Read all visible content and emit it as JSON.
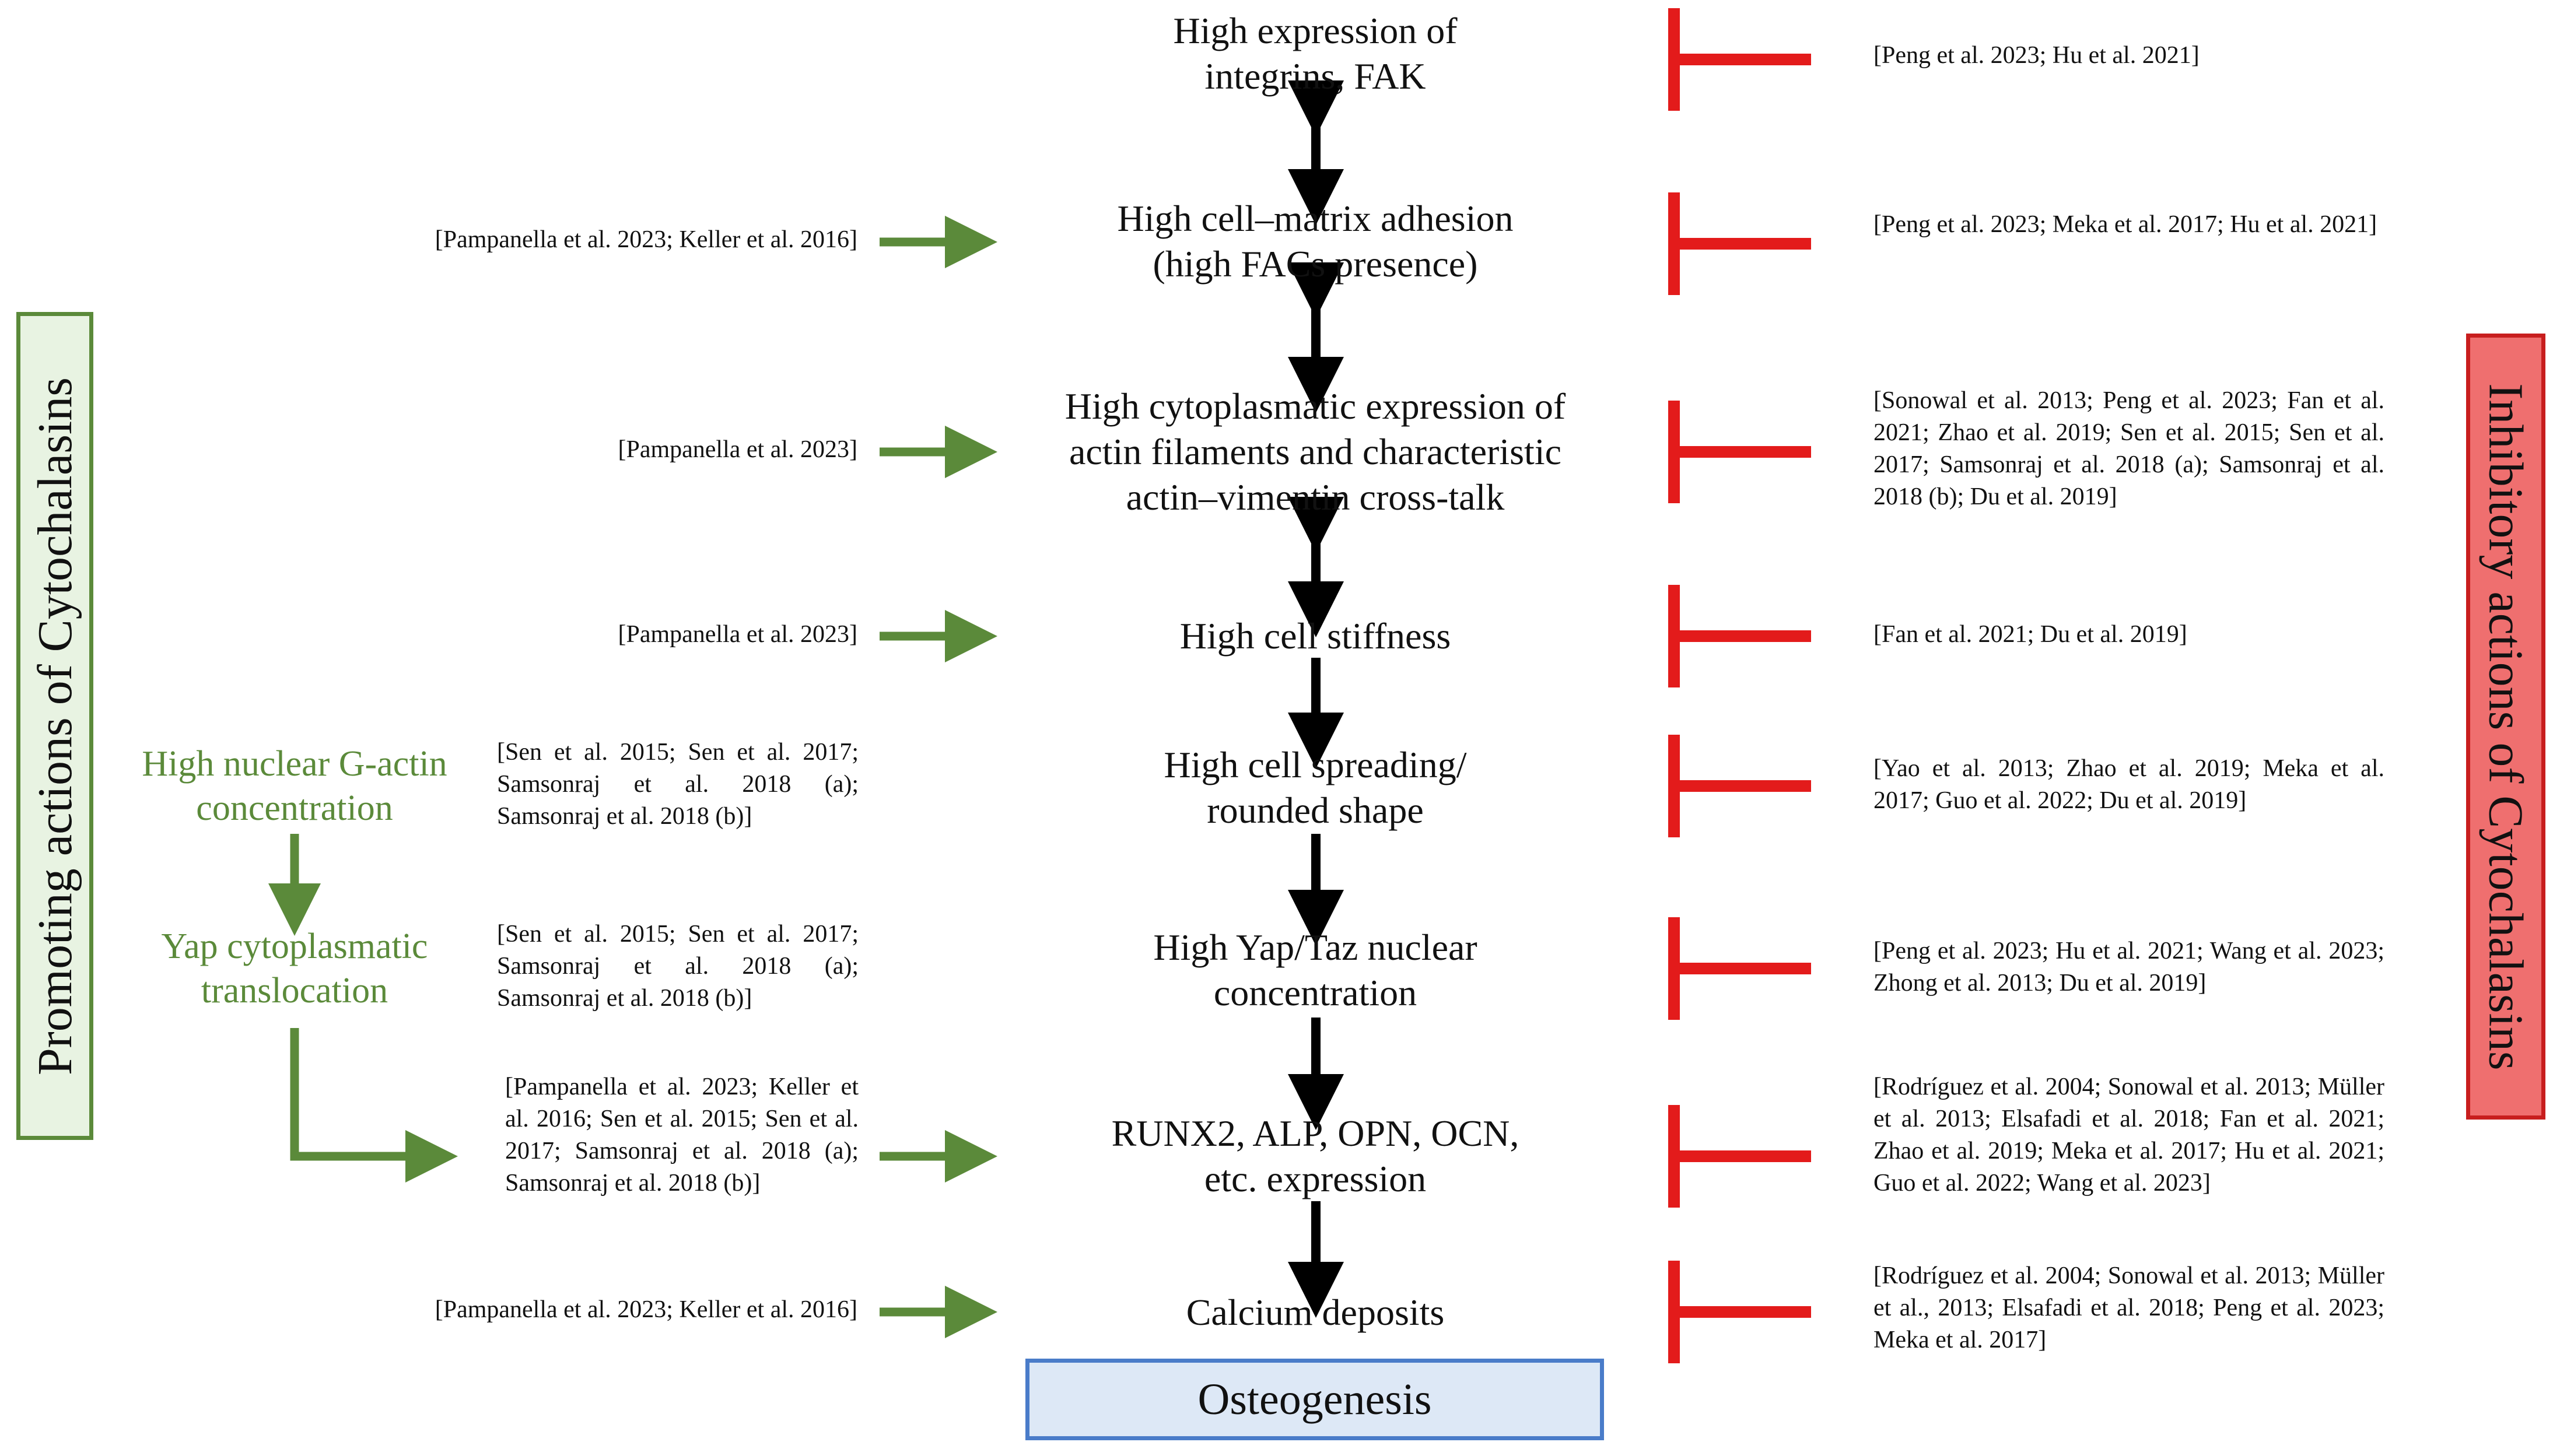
{
  "side_labels": {
    "promoting": "Promoting actions of  Cytochalasins",
    "inhibitory": "Inhibitory actions of Cytochalasins"
  },
  "steps": [
    {
      "lines": [
        "High expression of",
        "integrins, FAK"
      ]
    },
    {
      "lines": [
        "High cell–matrix adhesion",
        "(high FACs presence)"
      ]
    },
    {
      "lines": [
        "High cytoplasmatic expression of",
        "actin filaments and characteristic",
        "actin–vimentin cross-talk"
      ]
    },
    {
      "lines": [
        "High cell stiffness"
      ]
    },
    {
      "lines": [
        "High cell spreading/",
        "rounded shape"
      ]
    },
    {
      "lines": [
        "High Yap/Taz nuclear",
        "concentration"
      ]
    },
    {
      "lines": [
        "RUNX2, ALP, OPN, OCN,",
        "etc. expression"
      ]
    },
    {
      "lines": [
        "Calcium deposits"
      ]
    }
  ],
  "outcome": "Osteogenesis",
  "green_steps": [
    {
      "lines": [
        "High nuclear G-actin",
        "concentration"
      ]
    },
    {
      "lines": [
        "Yap cytoplasmatic",
        "translocation"
      ]
    }
  ],
  "inhibitory_refs": [
    "[Peng et al. 2023; Hu et al. 2021]",
    "[Peng et al. 2023;  Meka et al. 2017; Hu et al. 2021]",
    "[Sonowal et al. 2013; Peng et al. 2023; Fan et al. 2021; Zhao et al. 2019; Sen et al. 2015; Sen et al. 2017; Samsonraj et al. 2018 (a); Samsonraj et al. 2018 (b); Du et al. 2019]",
    "[Fan et al. 2021; Du et al. 2019]",
    "[Yao et al. 2013; Zhao et al. 2019; Meka et al. 2017; Guo et al. 2022; Du et al. 2019]",
    "[Peng et al. 2023; Hu et al. 2021; Wang et al. 2023; Zhong et al. 2013; Du et al. 2019]",
    "[Rodríguez et al. 2004; Sonowal et al. 2013; Müller et al. 2013; Elsafadi et al. 2018; Fan et al. 2021; Zhao et al. 2019; Meka et al. 2017; Hu et al. 2021; Guo et al. 2022; Wang et al. 2023]",
    "[Rodríguez et al. 2004; Sonowal et al. 2013; Müller et al., 2013; Elsafadi et al. 2018; Peng et al. 2023; Meka et al. 2017]"
  ],
  "promoting_refs": {
    "adhesion": "[Pampanella et al. 2023; Keller et al. 2016]",
    "actin": "[Pampanella et al. 2023]",
    "stiffness": "[Pampanella et al. 2023]",
    "g_actin": "[Sen et al. 2015; Sen et al. 2017; Samsonraj et al. 2018 (a); Samsonraj et al. 2018 (b)]",
    "yap": "[Sen et al. 2015; Sen et al. 2017; Samsonraj et al. 2018 (a); Samsonraj et al. 2018 (b)]",
    "runx2": "[Pampanella et al. 2023; Keller et al. 2016; Sen et al. 2015; Sen et al. 2017; Samsonraj et al. 2018 (a); Samsonraj et al. 2018 (b)]",
    "calcium": "[Pampanella et al. 2023; Keller et al. 2016]"
  },
  "colors": {
    "promote_green": "#5b8a3a",
    "inhibit_red": "#e31b1b",
    "flow_black": "#000000",
    "outcome_blue": "#4a7cc9"
  }
}
